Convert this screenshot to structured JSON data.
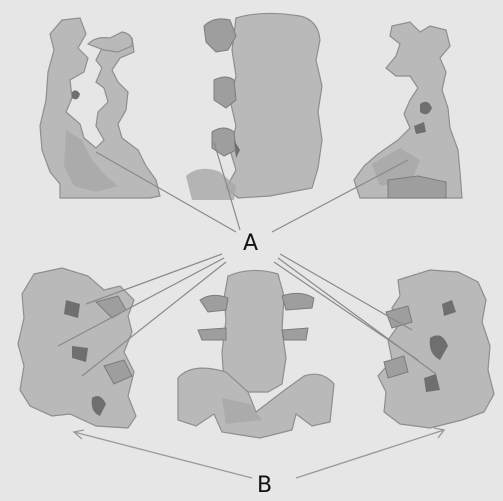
{
  "labels": {
    "a": "A",
    "b": "B"
  },
  "views": [
    {
      "name": "top-left-lateral-spine-model"
    },
    {
      "name": "top-center-anterior-spine-model"
    },
    {
      "name": "top-right-lateral-spine-model"
    },
    {
      "name": "bottom-left-lateral-spine-model"
    },
    {
      "name": "bottom-center-posterior-spine-model"
    },
    {
      "name": "bottom-right-lateral-spine-model"
    }
  ],
  "colors": {
    "background": "#e6e6e6",
    "bone": "#b9b9b9",
    "leader_line": "#8a8a8a"
  }
}
